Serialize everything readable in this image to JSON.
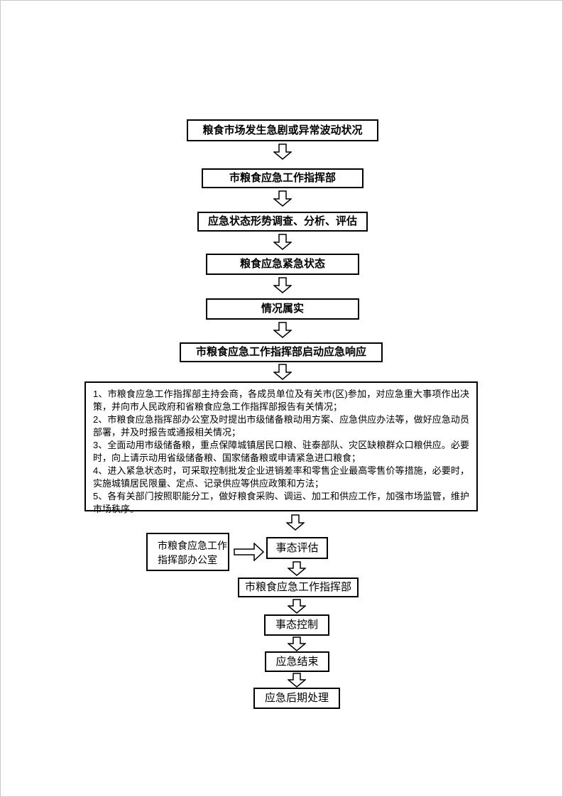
{
  "colors": {
    "border": "#000000",
    "background": "#ffffff",
    "text": "#000000"
  },
  "flow": {
    "box_market": "粮食市场发生急剧或异常波动状况",
    "box_hq1": "市粮食应急工作指挥部",
    "box_survey": "应急状态形势调查、分析、评估",
    "box_emergency_state": "粮食应急紧急状态",
    "box_confirmed": "情况属实",
    "box_response": "市粮食应急工作指挥部启动应急响应",
    "measures": [
      "1、市粮食应急工作指挥部主持会商，各成员单位及有关市(区)参加，对应急重大事项作出决策，并向市人民政府和省粮食应急工作指挥部报告有关情况；",
      "2、市粮食应急指挥部办公室及时提出市级储备粮动用方案、应急供应办法等，做好应急动员部署，并及时报告或通报相关情况；",
      "3、全面动用市级储备粮，重点保障城镇居民口粮、驻泰部队、灾区缺粮群众口粮供应。必要时，向上请示动用省级储备粮、国家储备粮或申请紧急进口粮食；",
      "4、进入紧急状态时，可采取控制批发企业进销差率和零售企业最高零售价等措施，必要时，实施城镇居民限量、定点、记录供应等供应政策和方法；",
      "5、各有关部门按照职能分工，做好粮食采购、调运、加工和供应工作，加强市场监管，维护市场秩序。"
    ],
    "side_office_line1": "市粮食应急工作",
    "side_office_line2": "指挥部办公室",
    "box_assessment": "事态评估",
    "box_hq2": "市粮食应急工作指挥部",
    "box_control": "事态控制",
    "box_end": "应急结束",
    "box_post": "应急后期处理"
  }
}
